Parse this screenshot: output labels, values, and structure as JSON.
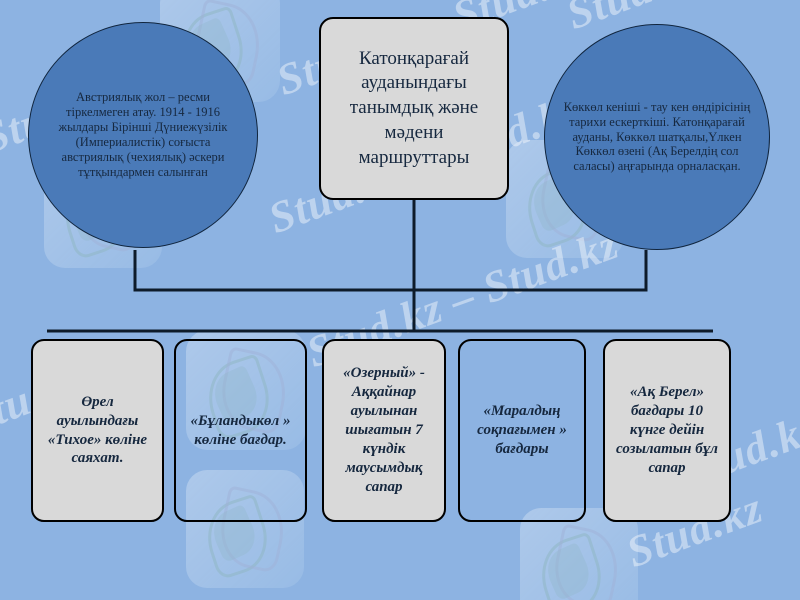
{
  "slide": {
    "background_color": "#8db3e2",
    "watermark_text": "Stud.kz – Stud.kz",
    "watermark_short": "Stud.kz"
  },
  "center": {
    "title": "Катонқарағай ауданындағы танымдық және мәдени маршруттары",
    "fill_color": "#d9d9d9",
    "border_color": "#000000"
  },
  "ellipses": [
    {
      "id": "left-ellipse",
      "text": "Австриялық жол – ресми тіркелмеген атау. 1914 - 1916 жылдары Бірінші Дүниежүзілік (Империалистік) соғыста австриялық (чехиялық) әскери тұтқындармен салынған",
      "fill_color": "#4a7ab8"
    },
    {
      "id": "right-ellipse",
      "text": "Көккөл кеніші - тау кен өндірісінің тарихи ескерткіші. Катонқарағай ауданы, Көккөл шатқалы,Үлкен Көккөл өзені (Ақ Берелдің сол саласы) аңғарында орналасқан.",
      "fill_color": "#4a7ab8"
    }
  ],
  "routes": [
    {
      "id": "route-1",
      "text": "Өрел ауылындағы «Тихое» көліне саяхат.",
      "fill": "filled"
    },
    {
      "id": "route-2",
      "text": "«Бұландыкөл » көліне бағдар.",
      "fill": "clear"
    },
    {
      "id": "route-3",
      "text": "«Озерный» - Аққайнар ауылынан шығатын 7 күндік маусымдық сапар",
      "fill": "filled"
    },
    {
      "id": "route-4",
      "text": "«Маралдың соқпағымен » бағдары",
      "fill": "clear"
    },
    {
      "id": "route-5",
      "text": "«Ақ Берел» бағдары 10 күнге дейін созылатын бұл сапар",
      "fill": "filled"
    }
  ]
}
